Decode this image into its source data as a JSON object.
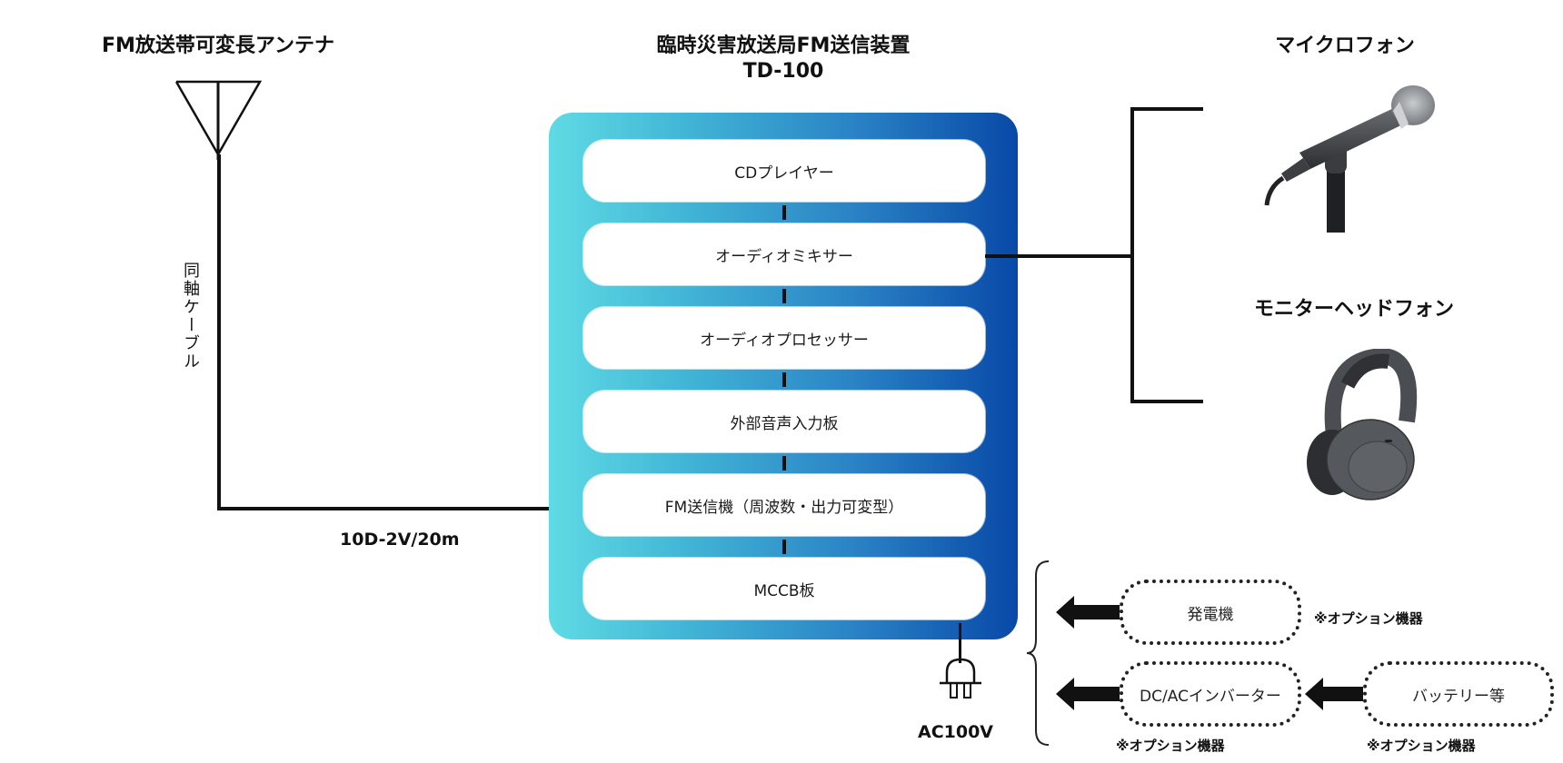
{
  "antenna": {
    "title": "FM放送帯可変長アンテナ",
    "cable_label": "同軸ケーブル",
    "cable_spec": "10D-2V/20m"
  },
  "device": {
    "title": "臨時災害放送局FM送信装置",
    "model": "TD-100",
    "modules": [
      {
        "label": "CDプレイヤー"
      },
      {
        "label": "オーディオミキサー"
      },
      {
        "label": "オーディオプロセッサー"
      },
      {
        "label": "外部音声入力板"
      },
      {
        "label": "FM送信機（周波数・出力可変型）"
      },
      {
        "label": "MCCB板"
      }
    ],
    "gradient_start": "#5fdbe4",
    "gradient_end": "#0849a8"
  },
  "peripherals": {
    "microphone": {
      "title": "マイクロフォン",
      "icon": "microphone-icon"
    },
    "headphones": {
      "title": "モニターヘッドフォン",
      "icon": "headphones-icon"
    }
  },
  "power": {
    "plug_label": "AC100V",
    "plug_icon": "power-plug-icon",
    "sources": [
      {
        "label": "発電機",
        "note": "※オプション機器"
      },
      {
        "label": "DC/ACインバーター",
        "note": "※オプション機器"
      },
      {
        "label": "バッテリー等",
        "note": "※オプション機器"
      }
    ]
  }
}
